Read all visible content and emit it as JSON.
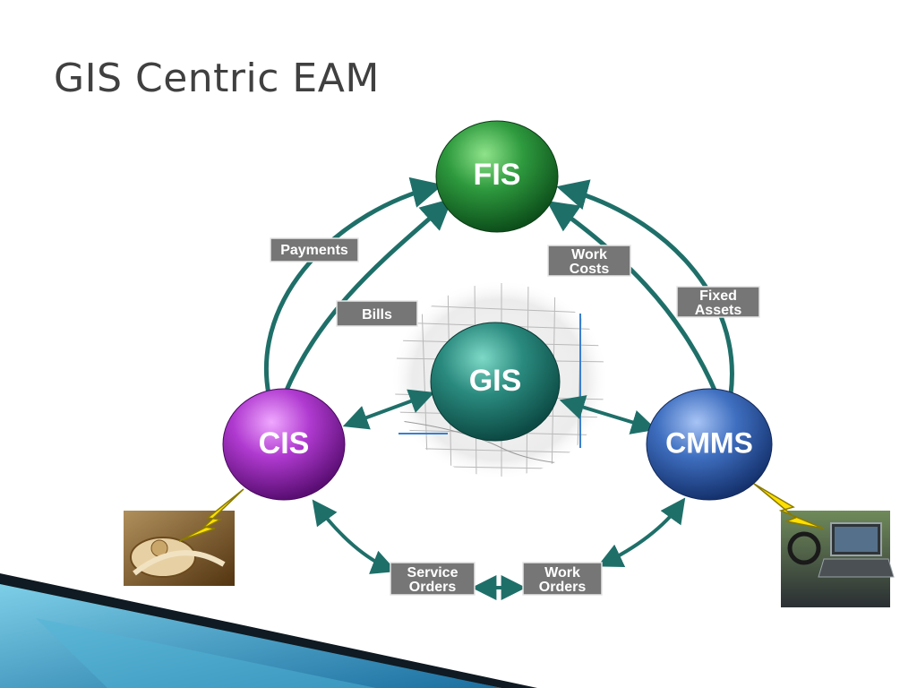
{
  "slide": {
    "title": "GIS Centric EAM"
  },
  "nodes": {
    "fis": "FIS",
    "gis": "GIS",
    "cis": "CIS",
    "cmms": "CMMS"
  },
  "flows": {
    "payments": [
      "Payments"
    ],
    "bills": [
      "Bills"
    ],
    "work_costs": [
      "Work",
      "Costs"
    ],
    "fixed_assets": [
      "Fixed",
      "Assets"
    ],
    "service_orders": [
      "Service",
      "Orders"
    ],
    "work_orders": [
      "Work",
      "Orders"
    ]
  },
  "colors": {
    "arrow": "#1f6f69",
    "fis": "#2e9a3e",
    "gis": "#2a8a7e",
    "cis": "#b03ad0",
    "cmms": "#3f6fc0",
    "box": "#767676",
    "title": "#404040"
  },
  "icons": {
    "left_photo": "telephone-photo-icon",
    "right_photo": "laptop-in-truck-photo-icon",
    "lightning": "lightning-bolt-icon"
  }
}
